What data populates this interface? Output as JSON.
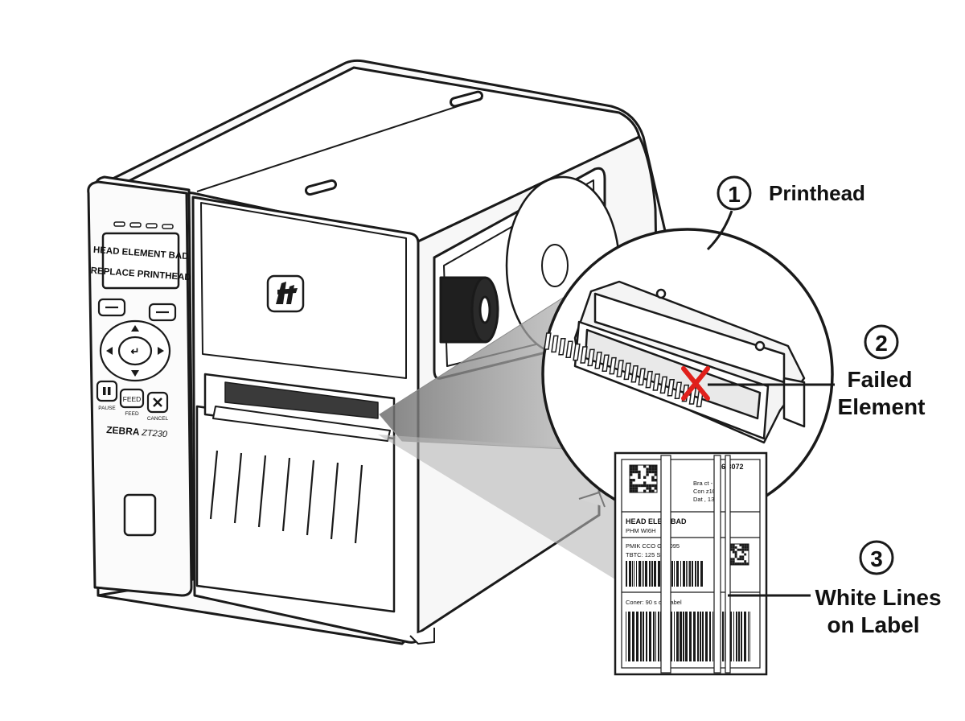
{
  "printer": {
    "display_line_1": "HEAD ELEMENT BAD",
    "display_line_2": "REPLACE PRINTHEAD",
    "brand": "ZEBRA",
    "model": "ZT230",
    "button_pause": "PAUSE",
    "button_feed": "FEED",
    "button_cancel": "CANCEL",
    "button_feed_face": "FEED",
    "button_enter_face": "↵"
  },
  "callouts": [
    {
      "number": "1",
      "label": "Printhead"
    },
    {
      "number": "2",
      "label_line_1": "Failed",
      "label_line_2": "Element"
    },
    {
      "number": "3",
      "label_line_1": "White Lines",
      "label_line_2": "on Label"
    }
  ],
  "label": {
    "top_number": "16  3072",
    "line_brand": "Bra  ct -",
    "line_conf": "Con  z10",
    "line_date": "Dat  ,  1338",
    "heading": "HEAD ELE   T BAD",
    "subheading": "PHM WI6H",
    "code_1": "PMIK CCO    GN4095",
    "code_2": "TBTC: 125    S",
    "bottom_text": "Coner: 90    s on Label"
  },
  "colors": {
    "outline": "#1a1a1a",
    "failed_mark": "#e0201b",
    "beam": "#8a8a8a"
  }
}
